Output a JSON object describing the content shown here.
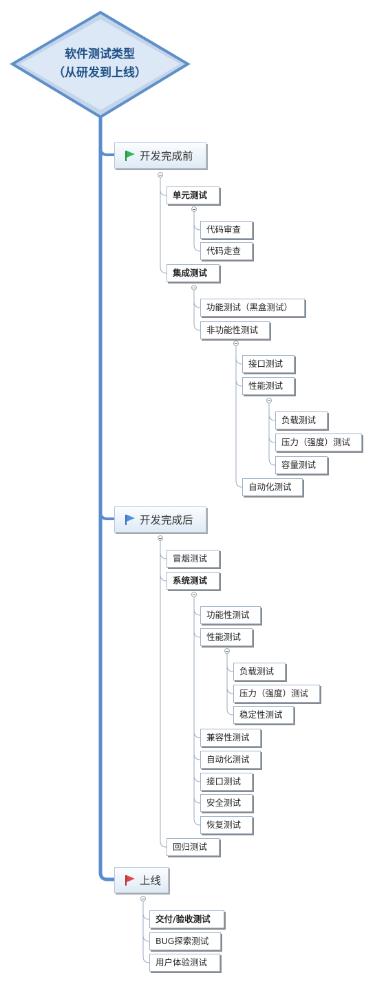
{
  "root": {
    "line1": "软件测试类型",
    "line2": "（从研发到上线）"
  },
  "colors": {
    "trunk": "#5b8ccf",
    "flag_before": "#2db85a",
    "flag_after": "#4f8fe0",
    "flag_online": "#e04646"
  },
  "phases": [
    {
      "label": "开发完成前",
      "flag": "green-flag-icon"
    },
    {
      "label": "开发完成后",
      "flag": "blue-flag-icon"
    },
    {
      "label": "上线",
      "flag": "red-flag-icon"
    }
  ],
  "before": {
    "unit": {
      "label": "单元测试",
      "children": [
        "代码审查",
        "代码走查"
      ]
    },
    "integration": {
      "label": "集成测试",
      "functional": "功能测试（黑盒测试）",
      "nonfunctional": {
        "label": "非功能性测试",
        "interface": "接口测试",
        "performance": {
          "label": "性能测试",
          "children": [
            "负载测试",
            "压力（强度）测试",
            "容量测试"
          ]
        },
        "automation": "自动化测试"
      }
    }
  },
  "after": {
    "smoke": "冒烟测试",
    "system": {
      "label": "系统测试",
      "functional": "功能性测试",
      "performance": {
        "label": "性能测试",
        "children": [
          "负载测试",
          "压力（强度）测试",
          "稳定性测试"
        ]
      },
      "others": [
        "兼容性测试",
        "自动化测试",
        "接口测试",
        "安全测试",
        "恢复测试"
      ]
    },
    "regression": "回归测试"
  },
  "online": {
    "children": [
      "交付/验收测试",
      "BUG探索测试",
      "用户体验测试"
    ]
  }
}
